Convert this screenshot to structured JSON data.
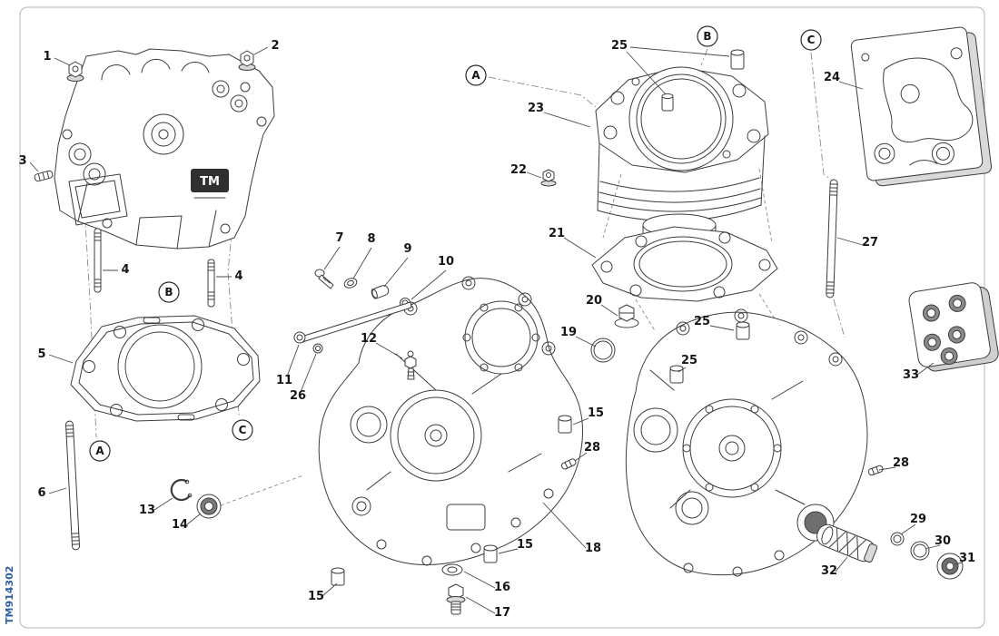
{
  "drawing": {
    "code": "TM914302",
    "head_logo": "TM"
  },
  "colors": {
    "line": "#3d3d3d",
    "code_text": "#2e5fa6",
    "border": "#b5b5b5"
  },
  "callouts": [
    {
      "label": "1"
    },
    {
      "label": "2"
    },
    {
      "label": "3"
    },
    {
      "label": "4"
    },
    {
      "label": "4"
    },
    {
      "label": "5"
    },
    {
      "label": "6"
    },
    {
      "label": "13"
    },
    {
      "label": "14"
    },
    {
      "label": "7"
    },
    {
      "label": "8"
    },
    {
      "label": "9"
    },
    {
      "label": "10"
    },
    {
      "label": "11"
    },
    {
      "label": "26"
    },
    {
      "label": "12"
    },
    {
      "label": "15"
    },
    {
      "label": "28"
    },
    {
      "label": "15"
    },
    {
      "label": "15"
    },
    {
      "label": "16"
    },
    {
      "label": "17"
    },
    {
      "label": "18"
    },
    {
      "label": "25"
    },
    {
      "label": "23"
    },
    {
      "label": "22"
    },
    {
      "label": "21"
    },
    {
      "label": "24"
    },
    {
      "label": "27"
    },
    {
      "label": "20"
    },
    {
      "label": "19"
    },
    {
      "label": "25"
    },
    {
      "label": "25"
    },
    {
      "label": "33"
    },
    {
      "label": "28"
    },
    {
      "label": "29"
    },
    {
      "label": "30"
    },
    {
      "label": "31"
    },
    {
      "label": "32"
    }
  ],
  "reference_markers": [
    {
      "label": "A"
    },
    {
      "label": "B"
    },
    {
      "label": "C"
    },
    {
      "label": "A"
    },
    {
      "label": "B"
    },
    {
      "label": "C"
    }
  ]
}
